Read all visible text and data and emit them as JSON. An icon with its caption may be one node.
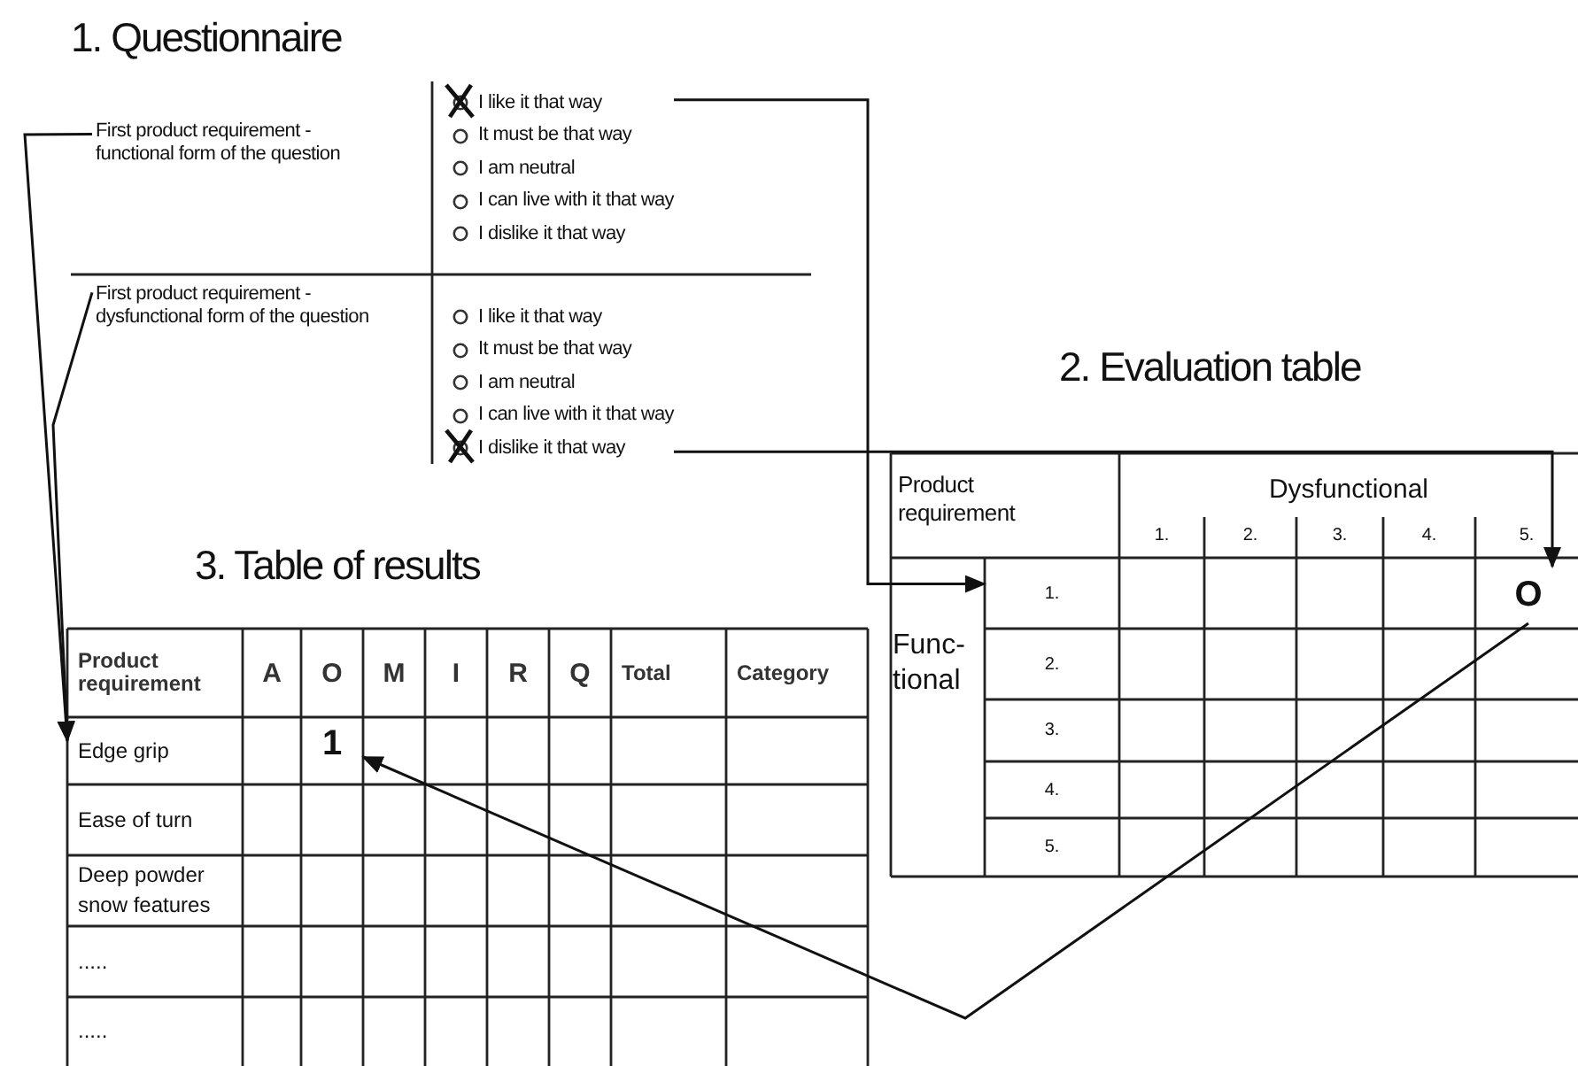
{
  "diagram": {
    "nodes": [
      {
        "text": [
          "First product requirement - functional form of the question"
        ]
      },
      {
        "text": [
          "I like it that way",
          "It must be that way",
          "I am neutral",
          "I can live with it that way",
          "I dislike it that way"
        ]
      },
      {
        "text": [
          "First product requirement - dysfunctional form of the question"
        ]
      },
      {
        "text": [
          "I like it that way",
          "It must be that way",
          "I am neutral",
          "I can live with it that way",
          "I dislike it that way"
        ]
      },
      {
        "text": [
          "1."
        ]
      },
      {
        "text": [
          "O"
        ]
      },
      {
        "text": [
          "Edge grip"
        ]
      },
      {
        "text": [
          "1"
        ]
      }
    ],
    "edges": [
      {
        "from": 0,
        "to": 6,
        "arrow": "to"
      },
      {
        "from": 2,
        "to": 6,
        "arrow": "to"
      },
      {
        "from": 1,
        "to": 4,
        "arrow": "to"
      },
      {
        "from": 3,
        "to": 5,
        "arrow": "to"
      },
      {
        "from": 5,
        "to": 7,
        "arrow": "to"
      }
    ],
    "labels": [
      "1. Questionnaire",
      "2. Evaluation table",
      "Product requirement",
      "Dysfunctional",
      "1.",
      "2.",
      "3.",
      "4.",
      "5.",
      "Func- tional",
      "2.",
      "3.",
      "4.",
      "5.",
      "3. Table of results",
      "Product requirement",
      "A",
      "O",
      "M",
      "I",
      "R",
      "Q",
      "Total",
      "Category",
      "Ease of turn",
      "Deep powder snow features",
      ".....",
      "....."
    ]
  }
}
